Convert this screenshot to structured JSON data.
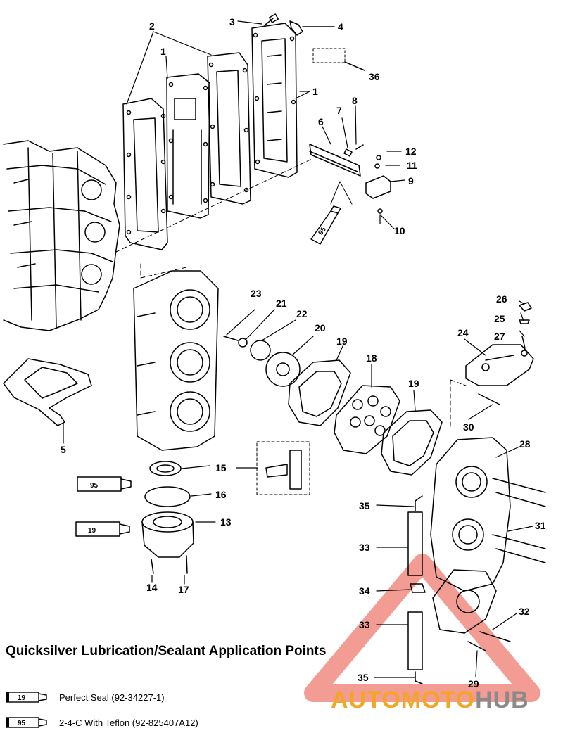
{
  "callouts": [
    "1",
    "1",
    "2",
    "3",
    "4",
    "5",
    "6",
    "7",
    "8",
    "9",
    "10",
    "11",
    "12",
    "13",
    "14",
    "15",
    "16",
    "17",
    "18",
    "19",
    "19",
    "20",
    "21",
    "22",
    "23",
    "24",
    "25",
    "26",
    "27",
    "28",
    "29",
    "30",
    "31",
    "32",
    "33",
    "33",
    "34",
    "35",
    "35",
    "36"
  ],
  "tube_labels": {
    "tube_95_top": "95",
    "tube_95_mid": "95",
    "tube_19": "19"
  },
  "legend": {
    "title": "Quicksilver Lubrication/Sealant Application Points",
    "items": [
      {
        "code": "19",
        "label": "Perfect Seal (92-34227-1)"
      },
      {
        "code": "95",
        "label": "2-4-C  With Teflon (92-825407A12)"
      }
    ]
  },
  "watermark": {
    "part1": "AUTOMOTO",
    "part2": "HUB",
    "accent": "#e84a3c",
    "accent2": "#f3a623"
  }
}
